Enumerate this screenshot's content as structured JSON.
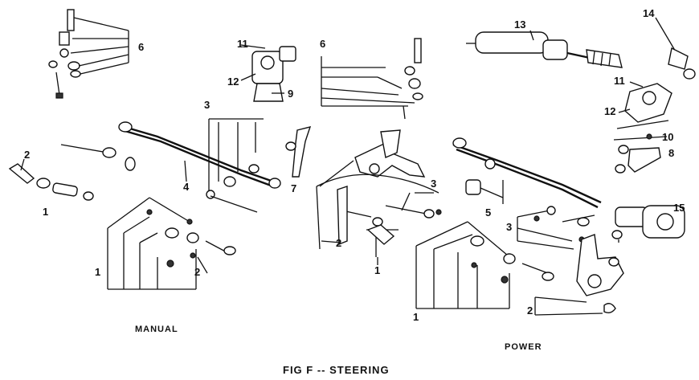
{
  "figure": {
    "title": "FIG F -- STEERING",
    "sections": {
      "manual": "MANUAL",
      "power": "POWER"
    }
  },
  "callouts": {
    "manual": {
      "c6": "6",
      "c11": "11",
      "c12": "12",
      "c9": "9",
      "c3": "3",
      "c2a": "2",
      "c1a": "1",
      "c4": "4",
      "c7": "7",
      "c1b": "1",
      "c2b": "2"
    },
    "power": {
      "c6": "6",
      "c13": "13",
      "c14": "14",
      "c11": "11",
      "c12": "12",
      "c10": "10",
      "c8": "8",
      "c3a": "3",
      "c2a": "2",
      "c1a": "1",
      "c5": "5",
      "c3b": "3",
      "c15": "15",
      "c1b": "1",
      "c2b": "2"
    }
  },
  "colors": {
    "ink": "#111111",
    "paper": "#ffffff"
  }
}
